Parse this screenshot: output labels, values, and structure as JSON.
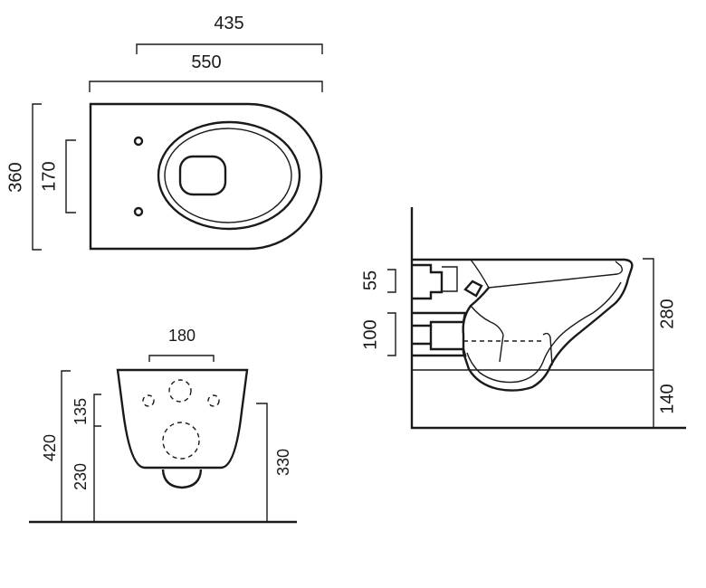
{
  "top_view": {
    "dim_435": "435",
    "dim_550": "550",
    "dim_360": "360",
    "dim_170": "170"
  },
  "front_view": {
    "dim_180": "180",
    "dim_420": "420",
    "dim_135": "135",
    "dim_230": "230",
    "dim_330": "330"
  },
  "side_view": {
    "dim_55": "55",
    "dim_100": "100",
    "dim_280": "280",
    "dim_140": "140"
  }
}
